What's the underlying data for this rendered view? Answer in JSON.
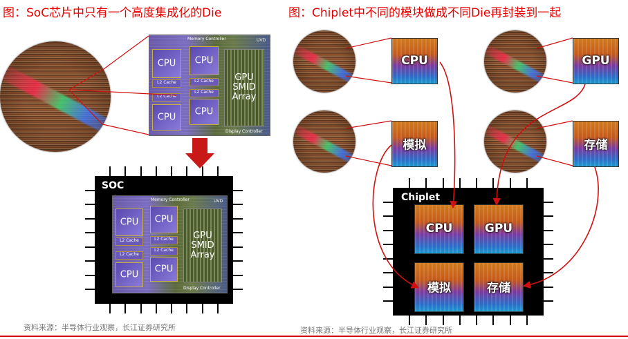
{
  "left": {
    "title": "图：SoC芯片中只有一个高度集成化的Die",
    "die_labels": {
      "cpu1": "CPU",
      "cpu2": "CPU",
      "cpu3": "CPU",
      "cpu4": "CPU",
      "gpu": "GPU\nSMID\nArray",
      "cache": "L2 Cache",
      "memory_controller": "Memory Controller",
      "uvd": "UVD",
      "display_controller": "Display Controller"
    },
    "package_label": "SOC",
    "source": "资料来源：半导体行业观察，长江证券研究所"
  },
  "right": {
    "title": "图：Chiplet中不同的模块做成不同Die再封装到一起",
    "dies": {
      "cpu": "CPU",
      "gpu": "GPU",
      "analog": "模拟",
      "storage": "存储"
    },
    "package_label": "Chiplet",
    "source": "资料来源：半导体行业观察，长江证券研究所"
  },
  "colors": {
    "title_red": "#e60000",
    "arrow_red": "#d01010",
    "line_red": "#d40000"
  }
}
